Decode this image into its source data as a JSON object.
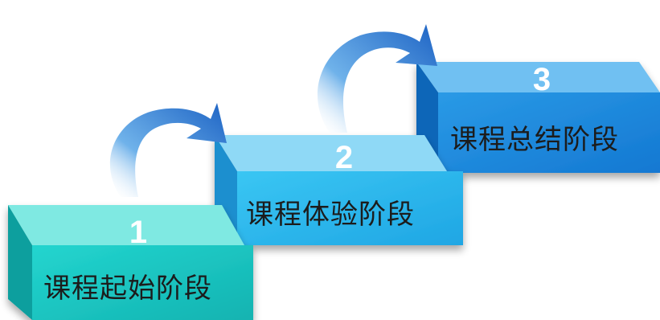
{
  "steps": [
    {
      "number": "1",
      "label": "课程起始阶段"
    },
    {
      "number": "2",
      "label": "课程体验阶段"
    },
    {
      "number": "3",
      "label": "课程总结阶段"
    }
  ],
  "colors": {
    "step1_front": "#19c6c2",
    "step1_top": "#7fe9e2",
    "step1_side": "#0f9f9e",
    "step2_front": "#2cb7ec",
    "step2_top": "#8fd9f6",
    "step2_side": "#1b8fcf",
    "step3_front": "#1d8ee0",
    "step3_top": "#6fc0f2",
    "step3_side": "#0f66b8",
    "arrow": "#2e7fd1"
  }
}
